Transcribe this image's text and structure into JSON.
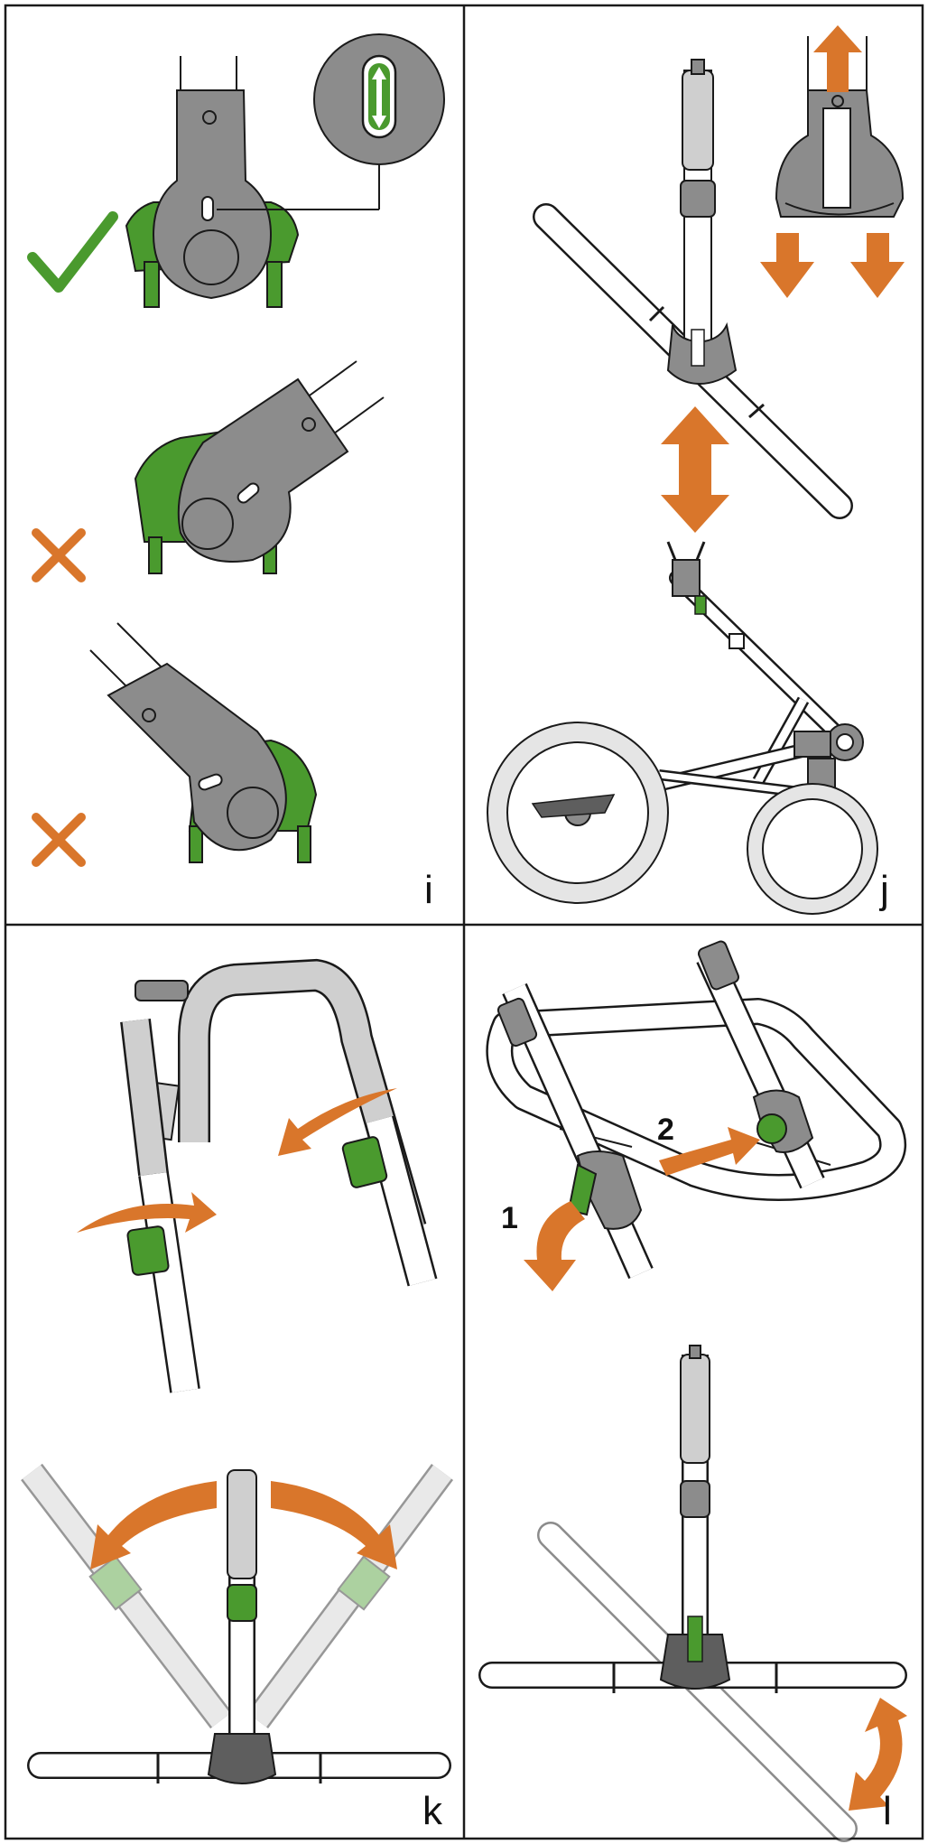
{
  "colors": {
    "green": "#4a9a2e",
    "green_dark": "#2f6e1c",
    "orange": "#d9762b",
    "gray": "#8c8c8c",
    "gray_dark": "#5e5e5e",
    "light_gray": "#cfcfcf",
    "line": "#1a1a1a"
  },
  "icons": {
    "correct": "check-icon",
    "incorrect": "cross-icon"
  },
  "panels": [
    {
      "id": "i",
      "label": "i"
    },
    {
      "id": "j",
      "label": "j"
    },
    {
      "id": "k",
      "label": "k"
    },
    {
      "id": "l",
      "label": "l"
    }
  ],
  "panel_l": {
    "step_1": "1",
    "step_2": "2"
  }
}
